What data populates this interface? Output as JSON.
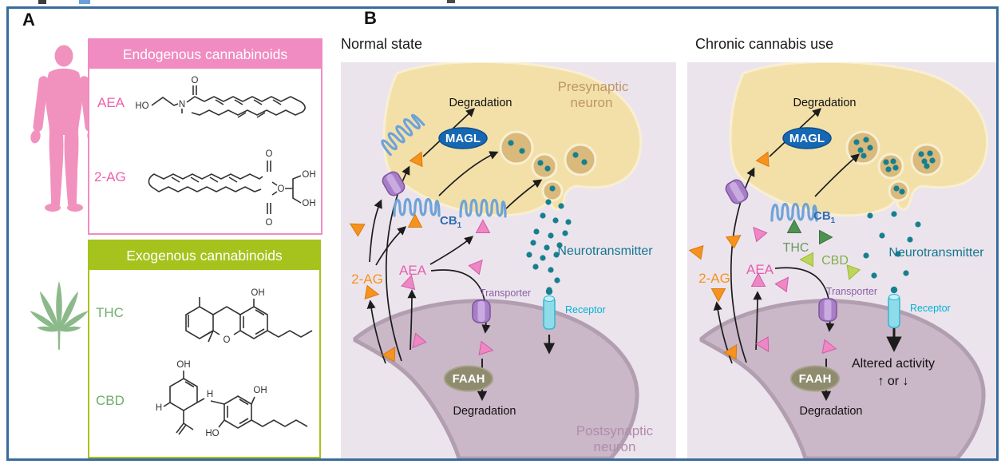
{
  "figure": {
    "panel_a_label": "A",
    "panel_b_label": "B"
  },
  "panel_a": {
    "endogenous": {
      "title": "Endogenous cannabinoids",
      "items": [
        {
          "abbr": "AEA"
        },
        {
          "abbr": "2-AG"
        }
      ],
      "aea_atoms": [
        "HO",
        "N",
        "O"
      ],
      "ag_atoms": [
        "O",
        "O",
        "OH",
        "OH",
        "O"
      ]
    },
    "exogenous": {
      "title": "Exogenous cannabinoids",
      "items": [
        {
          "abbr": "THC"
        },
        {
          "abbr": "CBD"
        }
      ],
      "thc_atoms": [
        "OH",
        "O"
      ],
      "cbd_atoms": [
        "OH",
        "H",
        "OH",
        "HO",
        "H"
      ]
    }
  },
  "panel_b": {
    "normal": {
      "title": "Normal state",
      "presynaptic_1": "Presynaptic",
      "presynaptic_2": "neuron",
      "degradation_top": "Degradation",
      "magl": "MAGL",
      "cb1": "CB",
      "cb1_sub": "1",
      "neurotransmitter": "Neurotransmitter",
      "two_ag": "2-AG",
      "aea": "AEA",
      "transporter": "Transporter",
      "receptor": "Receptor",
      "faah": "FAAH",
      "degradation_bottom": "Degradation",
      "postsynaptic_1": "Postsynaptic",
      "postsynaptic_2": "neuron",
      "cb1_receptor_count": 3,
      "dots_per_vesicle": 2
    },
    "chronic": {
      "title": "Chronic cannabis use",
      "degradation_top": "Degradation",
      "magl": "MAGL",
      "cb1": "CB",
      "cb1_sub": "1",
      "thc": "THC",
      "cbd": "CBD",
      "neurotransmitter": "Neurotransmitter",
      "two_ag": "2-AG",
      "aea": "AEA",
      "transporter": "Transporter",
      "receptor": "Receptor",
      "faah": "FAAH",
      "degradation_bottom": "Degradation",
      "altered_1": "Altered activity",
      "altered_2": "↑ or ↓",
      "cb1_receptor_count": 1,
      "dots_per_vesicle": 5
    }
  },
  "colors": {
    "frame_border": "#3a6b9d",
    "pink_accent": "#f08cc1",
    "green_accent": "#a6c21c",
    "orange_2ag": "#f6921e",
    "pink_aea": "#ee82c4",
    "thc_green": "#4e9152",
    "cbd_green": "#bdd55c",
    "presynaptic_fill": "#f3e0a9",
    "postsynaptic_fill": "#cab7c8",
    "neurotransmitter_teal": "#16808f",
    "magl_blue": "#1668b3",
    "faah_olive": "#8e8b6e",
    "cb1_blue": "#6fa3d8",
    "transporter_purple": "#a87fc7",
    "receptor_cyan": "#8edce9"
  }
}
